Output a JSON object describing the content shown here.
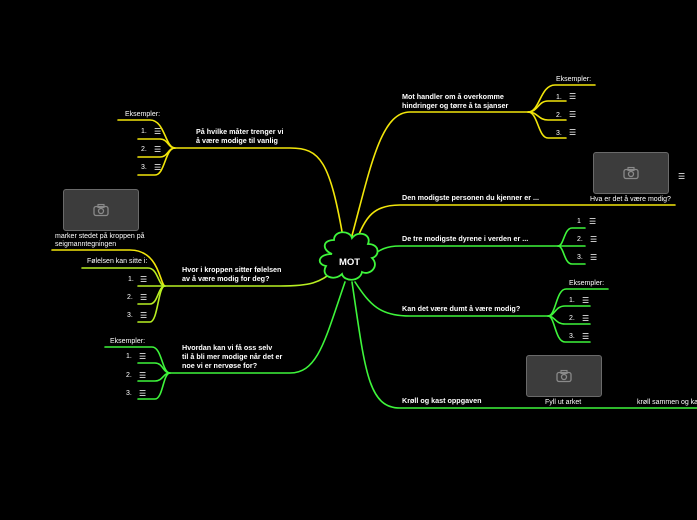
{
  "center": {
    "label": "MOT"
  },
  "colors": {
    "yellow": "#f2e60a",
    "green": "#3ef53b",
    "background": "#000000"
  },
  "branches": [
    {
      "id": "b1",
      "label": "På hvilke måter trenger vi\nå være modige til vanlig",
      "sub_label": "Eksempler:",
      "items": [
        "1.",
        "2.",
        "3."
      ]
    },
    {
      "id": "b2",
      "label": "Mot handler om å overkomme\nhindringer og tørre å ta sjanser",
      "sub_label": "Eksempler:",
      "items": [
        "1.",
        "2.",
        "3."
      ]
    },
    {
      "id": "b3",
      "label": "Den modigste personen du kjenner er ...",
      "image_caption": "Hva er det å være modig?"
    },
    {
      "id": "b4",
      "label": "De tre modigste dyrene i verden er ...",
      "items": [
        "1",
        "2.",
        "3."
      ]
    },
    {
      "id": "b5",
      "label": "Hvor i kroppen sitter følelsen\nav å være modig for deg?",
      "image_caption": "marker stedet på kroppen på\nseigmanntegningen",
      "sub_label": "Følelsen kan sitte i:",
      "items": [
        "1.",
        "2.",
        "3."
      ]
    },
    {
      "id": "b6",
      "label": "Kan det være dumt å være modig?",
      "sub_label": "Eksempler:",
      "items": [
        "1.",
        "2.",
        "3."
      ]
    },
    {
      "id": "b7",
      "label": "Hvordan kan vi få oss selv\ntil å bli mer modige når det er\nnoe vi er nervøse for?",
      "sub_label": "Eksempler:",
      "items": [
        "1.",
        "2.",
        "3."
      ]
    },
    {
      "id": "b8",
      "label": "Krøll og kast oppgaven",
      "image_caption": "Fyll ut arket",
      "extra": "krøll sammen og kast"
    }
  ]
}
